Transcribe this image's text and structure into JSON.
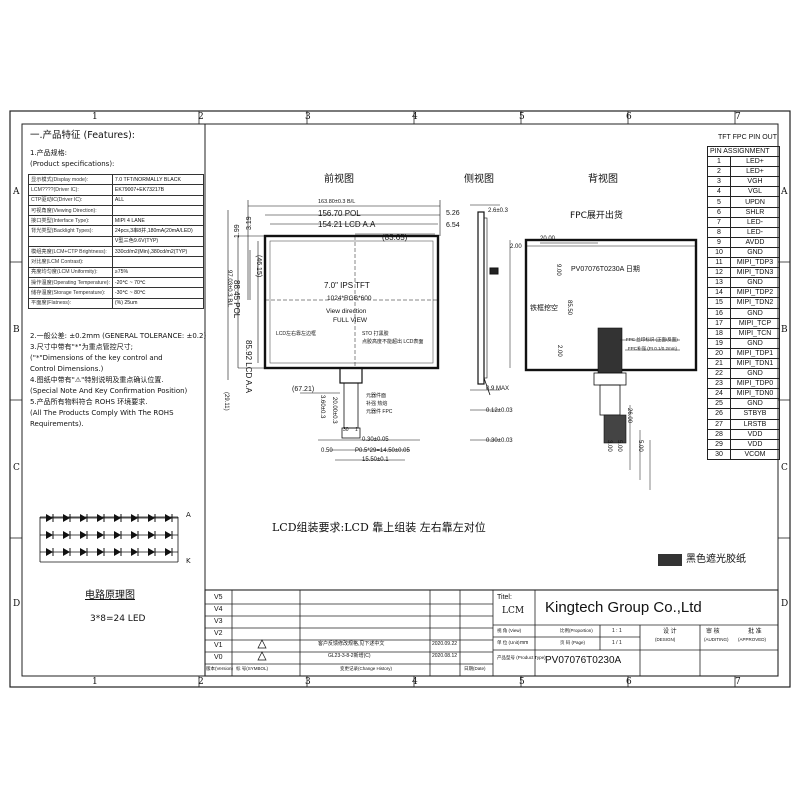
{
  "grid": {
    "cols": [
      "1",
      "2",
      "3",
      "4",
      "5",
      "6",
      "7"
    ],
    "rows": [
      "A",
      "B",
      "C",
      "D"
    ]
  },
  "features": {
    "title": "一.产品特征 (Features):",
    "spec_title": "1.产品规格:",
    "spec_title_en": "(Product specifications):",
    "spec_rows": [
      {
        "key": "显示模式(Display mode):",
        "value": "7.0 TFT/NORMALLY BLACK"
      },
      {
        "key": "LCM????(Driver IC):",
        "value": "EK79007+EK73217B"
      },
      {
        "key": "CTP驱动IC(Driver IC):",
        "value": "ALL"
      },
      {
        "key": "可视角度(Viewing Direction):",
        "value": ""
      },
      {
        "key": "接口类型(Interface Type):",
        "value": "MIPI 4 LANE"
      },
      {
        "key": "背光类型(Backlight Types):",
        "value": "24pcs,3串8并,180mA(20mA/LED)"
      },
      {
        "key": "",
        "value": "V型三色9.6V(TYP)"
      },
      {
        "key": "模组亮度(LCM+CTP Brightness):",
        "value": "330cd/m2(Min),380cd/m2(TYP)"
      },
      {
        "key": "对比度(LCM Contrast):",
        "value": ""
      },
      {
        "key": "亮度均匀度(LCM Uniformity):",
        "value": "≥75%"
      },
      {
        "key": "操作温度(Operating Temperature):",
        "value": "-20℃ ~ 70℃"
      },
      {
        "key": "储存温度(Storage Temperature):",
        "value": "-30℃ ~ 80℃"
      },
      {
        "key": "平面度(Flatness):",
        "value": "(%) 25um"
      }
    ],
    "notes": [
      "2.一般公差: ±0.2mm (GENERAL TOLERANCE: ±0.2)",
      "3.尺寸中带有\"*\"为重点管控尺寸;",
      "(\"*\"Dimensions of the key control and",
      "Control Dimensions.)",
      "4.图纸中带有\"⚠\"特别说明及重点确认位置.",
      "(Special Note And Key Confirmation Position)",
      "5.产品所有物料符合 ROHS 环境要求.",
      "(All The Products Comply With The ROHS",
      "Requirements)."
    ],
    "circuit_title": "电路原理图",
    "circuit_caption": "3*8=24 LED",
    "circuit_anode": "A",
    "circuit_cathode": "K"
  },
  "views": {
    "front": "前视图",
    "side": "侧视图",
    "back": "背视图",
    "fpc_title": "FPC展开出货"
  },
  "front_dims": {
    "outline": "163.80±0.3 B/L",
    "pol_w": "156.70 POL",
    "aa_w": "154.21 LCD A.A",
    "offset_x": "(83.65)",
    "r1": "5.26",
    "r2": "6.54",
    "l1": "3.19",
    "l2": "1.99",
    "v_aa": "85.92 LCD A.A",
    "v_pol": "88.45 POL",
    "v_outline": "97.03±0.3 B/L",
    "v_offset": "(46.15)",
    "v_small": "(29.11)",
    "fpc_off": "(67.21)",
    "fpc_len": "3.60±0.3",
    "fpc_w": "20.00±0.3",
    "pitch1": "0.50",
    "pitch2": "0.30±0.05",
    "pitch3": "P0.5*29=14.50±0.05",
    "pitch4": "15.50±0.1",
    "num30": "30",
    "num1": "1"
  },
  "screen_text": {
    "size": "7.0\"  IPS TFT",
    "res": "1024*RGB*600",
    "view_dir": "View direction",
    "full_view": "FULL VIEW",
    "lcd_note": "LCD左右靠左边框",
    "sto": "STO 打黑胶",
    "sto2": "点胶高度不能超出 LCD表面",
    "fpc_note1": "元器件面",
    "fpc_note2": "补强 热熔",
    "fpc_note3": "元器件 FPC"
  },
  "side_dims": {
    "t1": "2.6±0.3",
    "t2": "0.9 MAX",
    "t3": "0.12±0.03",
    "t4": "0.30±0.03"
  },
  "back_text": {
    "model": "PV07076T0230A 日期",
    "label": "铁框挖空",
    "d1": "2.00",
    "d2": "20.00",
    "d3": "9.00",
    "d4": "85.50",
    "d5": "2.00",
    "note1": "FPC 丝印标识 (正面/反面)",
    "note2": "FPC补强 (PI 0.1/0.2mm)",
    "d6": "26.00",
    "d7": "5.00",
    "d8": "3.00",
    "d9": "5.00"
  },
  "pinout": {
    "title": "TFT FPC PIN OUT",
    "header": "PIN ASSIGNMENT",
    "pins": [
      {
        "n": "1",
        "s": "LED+"
      },
      {
        "n": "2",
        "s": "LED+"
      },
      {
        "n": "3",
        "s": "VGH"
      },
      {
        "n": "4",
        "s": "VGL"
      },
      {
        "n": "5",
        "s": "UPDN"
      },
      {
        "n": "6",
        "s": "SHLR"
      },
      {
        "n": "7",
        "s": "LED-"
      },
      {
        "n": "8",
        "s": "LED-"
      },
      {
        "n": "9",
        "s": "AVDD"
      },
      {
        "n": "10",
        "s": "GND"
      },
      {
        "n": "11",
        "s": "MIPI_TDP3"
      },
      {
        "n": "12",
        "s": "MIPI_TDN3"
      },
      {
        "n": "13",
        "s": "GND"
      },
      {
        "n": "14",
        "s": "MIPI_TDP2"
      },
      {
        "n": "15",
        "s": "MIPI_TDN2"
      },
      {
        "n": "16",
        "s": "GND"
      },
      {
        "n": "17",
        "s": "MIPI_TCP"
      },
      {
        "n": "18",
        "s": "MIPI_TCN"
      },
      {
        "n": "19",
        "s": "GND"
      },
      {
        "n": "20",
        "s": "MIPI_TDP1"
      },
      {
        "n": "21",
        "s": "MIPI_TDN1"
      },
      {
        "n": "22",
        "s": "GND"
      },
      {
        "n": "23",
        "s": "MIPI_TDP0"
      },
      {
        "n": "24",
        "s": "MIPI_TDN0"
      },
      {
        "n": "25",
        "s": "GND"
      },
      {
        "n": "26",
        "s": "STBYB"
      },
      {
        "n": "27",
        "s": "LRSTB"
      },
      {
        "n": "28",
        "s": "VDD"
      },
      {
        "n": "29",
        "s": "VDD"
      },
      {
        "n": "30",
        "s": "VCOM"
      }
    ]
  },
  "assembly_req": "LCD组装要求:LCD 靠上组装 左右靠左对位",
  "legend_black": "黑色遮光胶纸",
  "title_block": {
    "versions": [
      "V5",
      "V4",
      "V3",
      "V2",
      "V1",
      "V0"
    ],
    "v1_desc": "客户反馈修改规格,见下述中文",
    "v0_desc": "GL23-3-8-2新增(C)",
    "v1_date": "2020.09.22",
    "v0_date": "2020.08.12",
    "hdr_ver": "版本(Version)",
    "hdr_mark": "标 号(SYMBOL)",
    "hdr_change": "变更记录(Change History)",
    "hdr_date": "日期(Date)",
    "title_label": "Titel:",
    "title_value": "LCM",
    "company": "Kingtech Group Co.,Ltd",
    "scale_label": "比例(Proportion)",
    "scale_val": "1 : 1",
    "unit_label": "单 位 (Unit)",
    "unit_val": "mm",
    "page_label": "页 码 (Page)",
    "page_val": "1 / 1",
    "view_label": "视 角 (View)",
    "product_label": "产品型号 (Product Type)",
    "product_val": "PV07076T0230A",
    "design_label": "设 计",
    "design_en": "(DESIGN)",
    "audit_label": "审 核",
    "audit_en": "(AUDITING)",
    "approve_label": "批 准",
    "approve_en": "(APPROVED)"
  }
}
